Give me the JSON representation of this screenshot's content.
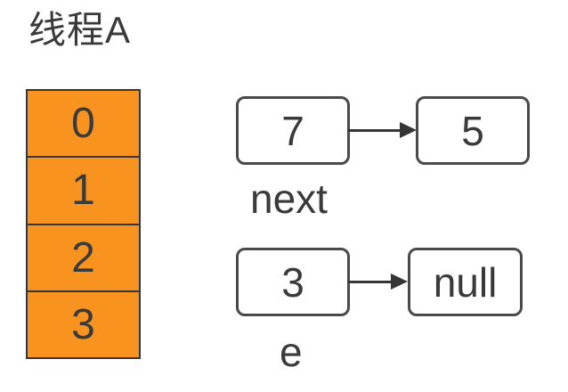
{
  "title": "线程A",
  "array": {
    "name": "thread-a-array",
    "cells": [
      "0",
      "1",
      "2",
      "3"
    ]
  },
  "nodes": [
    {
      "label": "next",
      "value": "7",
      "pointee": "5"
    },
    {
      "label": "e",
      "value": "3",
      "pointee": "null"
    }
  ],
  "colors": {
    "array_fill": "#f7931e",
    "stroke": "#363636",
    "box_border": "#4a4a4a",
    "text": "#3a3a3a",
    "background": "#ffffff"
  }
}
